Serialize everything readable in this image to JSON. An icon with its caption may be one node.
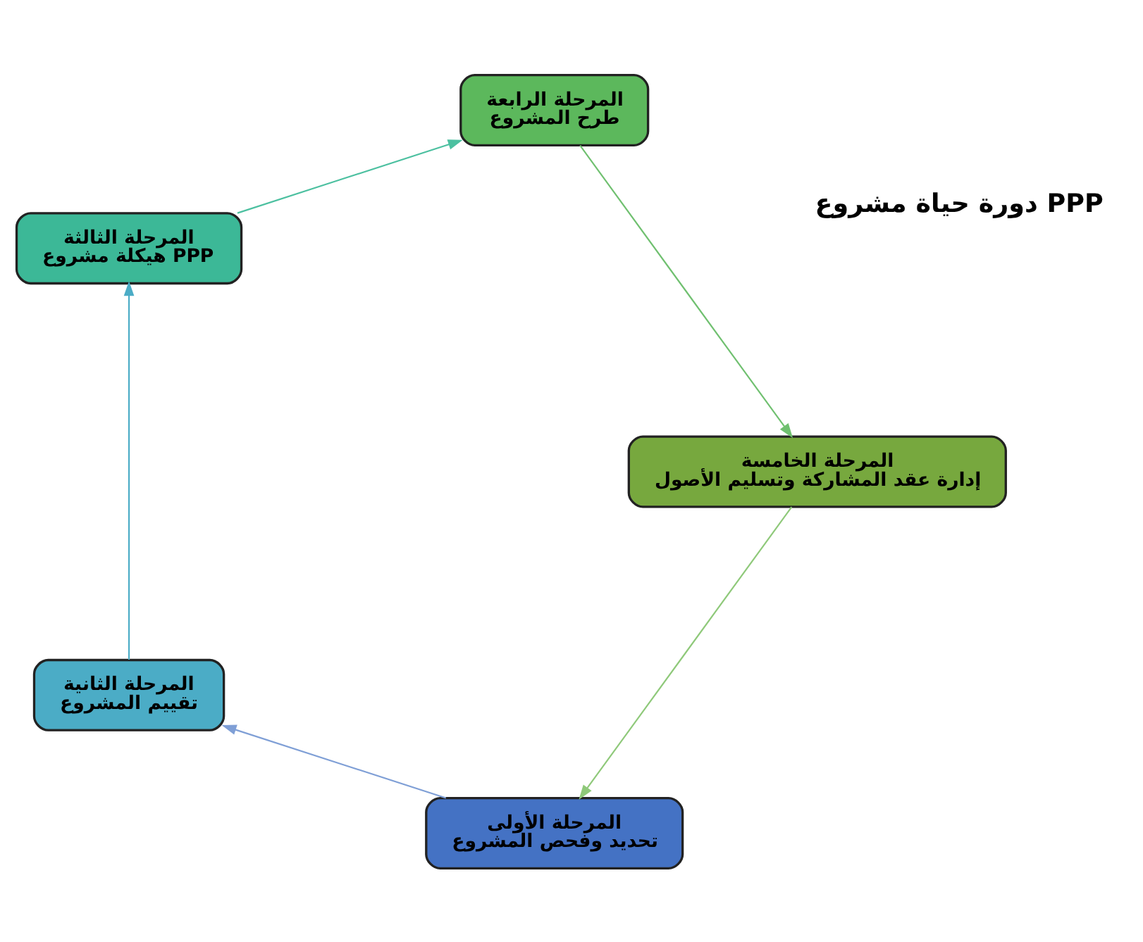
{
  "diagram": {
    "nodes": [
      {
        "text": [
          "المرحلة الأولى",
          "تحديد وفحص المشروع"
        ]
      },
      {
        "text": [
          "المرحلة الثانية",
          "تقييم المشروع"
        ]
      },
      {
        "text": [
          "المرحلة الثالثة",
          "هيكلة مشروع PPP"
        ]
      },
      {
        "text": [
          "المرحلة الرابعة",
          "طرح المشروع"
        ]
      },
      {
        "text": [
          "المرحلة الخامسة",
          "إدارة عقد المشاركة وتسليم الأصول"
        ]
      }
    ],
    "edges": [
      {
        "from": 0,
        "to": 1,
        "arrow": "to",
        "color": "#7f9fd6"
      },
      {
        "from": 1,
        "to": 2,
        "arrow": "to",
        "color": "#4bacc6"
      },
      {
        "from": 2,
        "to": 3,
        "arrow": "to",
        "color": "#4cc0a0"
      },
      {
        "from": 3,
        "to": 4,
        "arrow": "to",
        "color": "#70c070"
      },
      {
        "from": 4,
        "to": 0,
        "arrow": "to",
        "color": "#8fc97a"
      }
    ],
    "labels": [
      "دورة حياة مشروع PPP"
    ]
  }
}
